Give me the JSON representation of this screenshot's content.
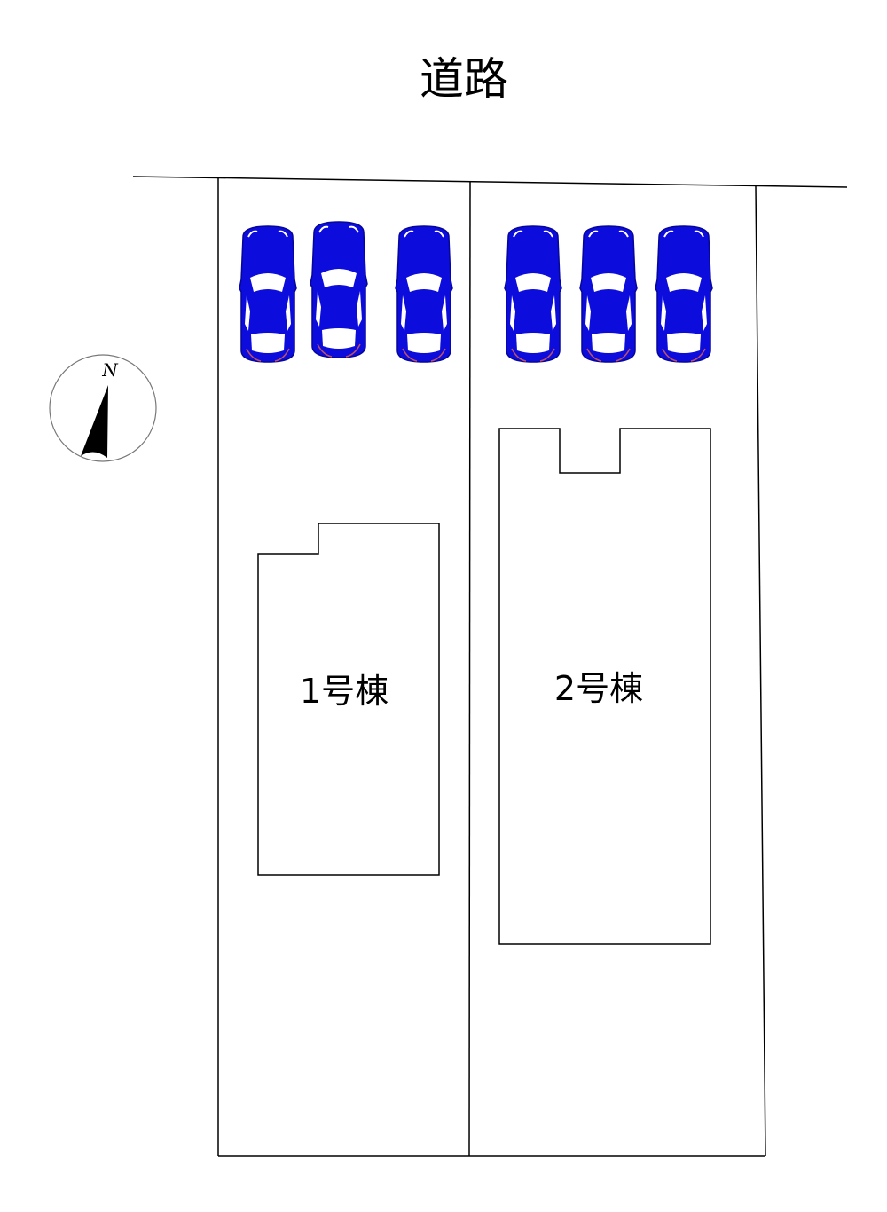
{
  "road_label": "道路",
  "compass_label": "N",
  "buildings": [
    {
      "label": "1号棟"
    },
    {
      "label": "2号棟"
    }
  ],
  "parking_spaces": 6,
  "colors": {
    "car": "#0c0cdc",
    "line": "#000000",
    "background": "#ffffff"
  }
}
